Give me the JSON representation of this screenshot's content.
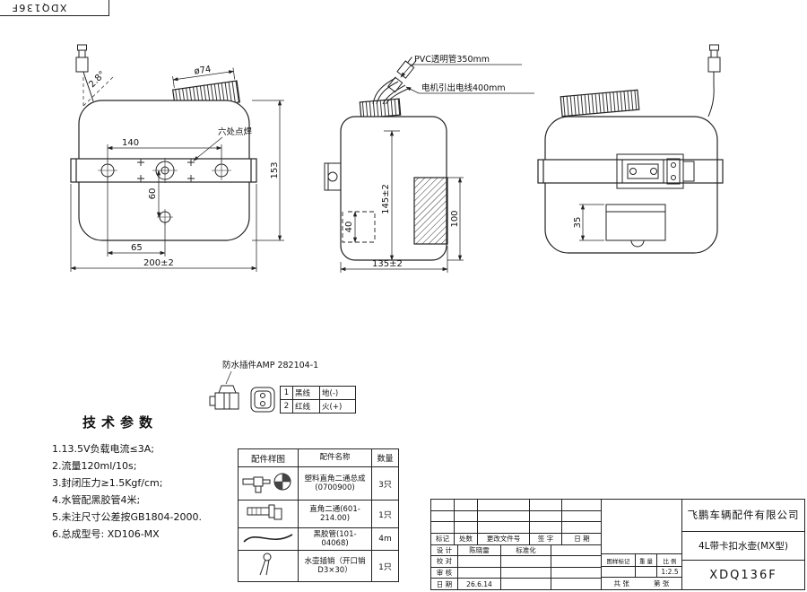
{
  "sheet": {
    "corner_drawing_no": "XDQ136F"
  },
  "front_view": {
    "cap_dia": "ø74",
    "angle": "2.8°",
    "weld_note": "六处点焊",
    "dim_140": "140",
    "dim_153": "153",
    "dim_60": "60",
    "dim_65": "65",
    "dim_200": "200±2"
  },
  "side_view": {
    "pvc_label": "PVC透明管350mm",
    "motor_label": "电机引出电线400mm",
    "dim_145": "145±2",
    "dim_100": "100",
    "dim_40": "40",
    "dim_135": "135±2"
  },
  "right_view": {
    "dim_35": "35"
  },
  "connector": {
    "title": "防水插件AMP 282104-1",
    "rows": [
      {
        "no": "1",
        "wire": "黑线",
        "polarity": "地(-)"
      },
      {
        "no": "2",
        "wire": "红线",
        "polarity": "火(+)"
      }
    ]
  },
  "tech_params": {
    "title": "技术参数",
    "items": [
      "1.13.5V负载电流≤3A;",
      "2.流量120ml/10s;",
      "3.封闭压力≥1.5Kgf/cm;",
      "4.水管配黑胶管4米;",
      "5.未注尺寸公差按GB1804-2000.",
      "6.总成型号: XD106-MX"
    ]
  },
  "parts_table": {
    "headers": [
      "配件样图",
      "配件名称",
      "数量"
    ],
    "rows": [
      {
        "name": "塑料直角二通总成(0700900)",
        "qty": "3只"
      },
      {
        "name": "直角二通(601-214.00)",
        "qty": "1只"
      },
      {
        "name": "黑胶管(101-04068)",
        "qty": "4m"
      },
      {
        "name": "水壶插销（开口销D3×30）",
        "qty": "1只"
      }
    ]
  },
  "title_block": {
    "rev_headers": [
      "标记",
      "处数",
      "更改文件号",
      "签 字",
      "日 期"
    ],
    "design_label": "设 计",
    "designer": "陈晓雷",
    "standardize_label": "标准化",
    "check_label": "校 对",
    "review_label": "审 核",
    "date_label": "日 期",
    "date_value": "26.6.14",
    "stamp_label": "图样标记",
    "weight_label": "重 量",
    "scale_label": "比 例",
    "scale_value": "1:2.5",
    "sheet_total": "共  张",
    "sheet_index": "第  张",
    "company": "飞鹏车辆配件有限公司",
    "product": "4L带卡扣水壶(MX型)",
    "drawing_no": "XDQ136F"
  }
}
